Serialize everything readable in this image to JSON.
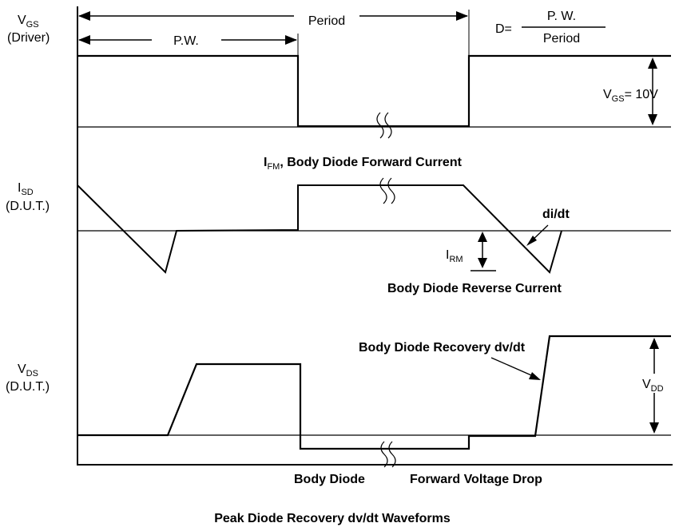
{
  "labels": {
    "vgs_main": "V",
    "vgs_sub": "GS",
    "driver": "(Driver)",
    "isd_main": "I",
    "isd_sub": "SD",
    "dut1": "(D.U.T.)",
    "vds_main": "V",
    "vds_sub": "DS",
    "dut2": "(D.U.T.)",
    "period": "Period",
    "pw": "P.W.",
    "d_eq": "D=",
    "d_num": "P. W.",
    "d_den": "Period",
    "vgs_amp_main": "V",
    "vgs_amp_sub": "GS",
    "vgs_amp_val": "= 10V",
    "ifm_main": "I",
    "ifm_sub": "FM",
    "ifm_text": ", Body Diode Forward Current",
    "didt": "di/dt",
    "irm_main": "I",
    "irm_sub": "RM",
    "reverse_current": "Body Diode Reverse Current",
    "recovery": "Body Diode Recovery dv/dt",
    "vdd_main": "V",
    "vdd_sub": "DD",
    "body_diode": "Body Diode",
    "forward_drop": "Forward Voltage Drop",
    "caption": "Peak Diode Recovery dv/dt Waveforms"
  }
}
